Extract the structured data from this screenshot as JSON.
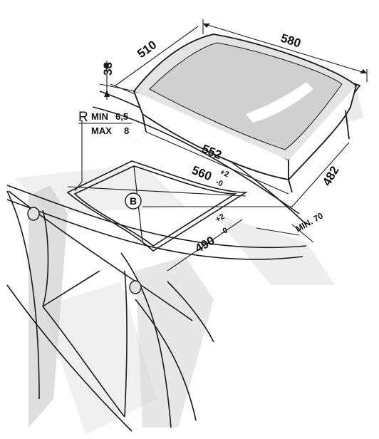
{
  "diagram": {
    "dimensions": {
      "width_top": "580",
      "depth_top": "510",
      "thickness": "38",
      "cutout_width": "552",
      "cabinet_width": "560",
      "cabinet_width_tol_plus": "+2",
      "cabinet_width_tol_minus": "-0",
      "cutout_depth": "482",
      "cabinet_depth": "490",
      "cabinet_depth_tol_plus": "+2",
      "cabinet_depth_tol_minus": "-0",
      "min_clearance": "MIN. 70"
    },
    "radius": {
      "symbol": "R",
      "min_label": "MIN",
      "min_value": "6,5",
      "max_label": "MAX",
      "max_value": "8"
    },
    "callout": "B",
    "colors": {
      "line": "#1a1a1a",
      "shade": "#cfcfcf",
      "glass": "#dcdcdc",
      "paper": "#ffffff"
    }
  }
}
